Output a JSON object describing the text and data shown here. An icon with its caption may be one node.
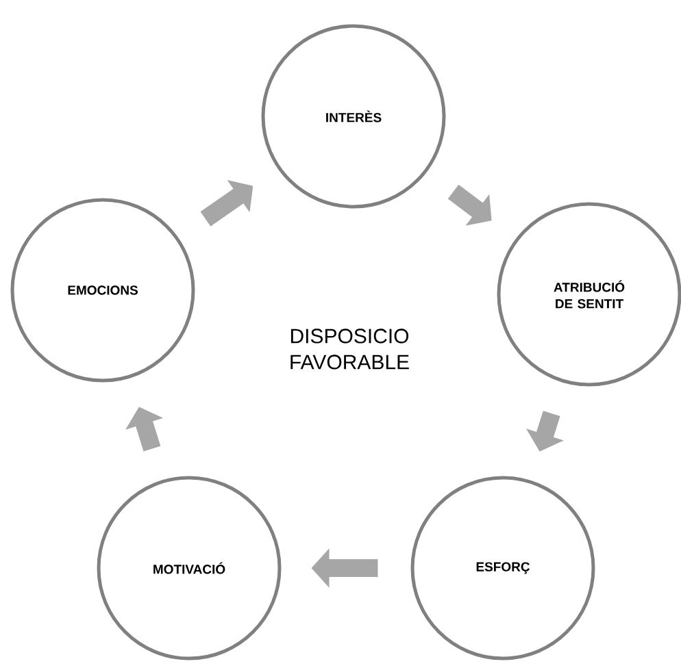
{
  "diagram": {
    "nodes": [
      {
        "text": [
          "INTERÈS"
        ]
      },
      {
        "text": [
          "ATRIBUCIÓ DE SENTIT"
        ]
      },
      {
        "text": [
          "ESFORÇ"
        ]
      },
      {
        "text": [
          "MOTIVACIÓ"
        ]
      },
      {
        "text": [
          "EMOCIONS"
        ]
      }
    ],
    "edges": [
      {
        "from": 0,
        "to": 1,
        "arrow": "to"
      },
      {
        "from": 1,
        "to": 2,
        "arrow": "to"
      },
      {
        "from": 2,
        "to": 3,
        "arrow": "to"
      },
      {
        "from": 3,
        "to": 4,
        "arrow": "to"
      },
      {
        "from": 4,
        "to": 0,
        "arrow": "to"
      }
    ],
    "labels": [
      "DISPOSICIO FAVORABLE"
    ]
  }
}
